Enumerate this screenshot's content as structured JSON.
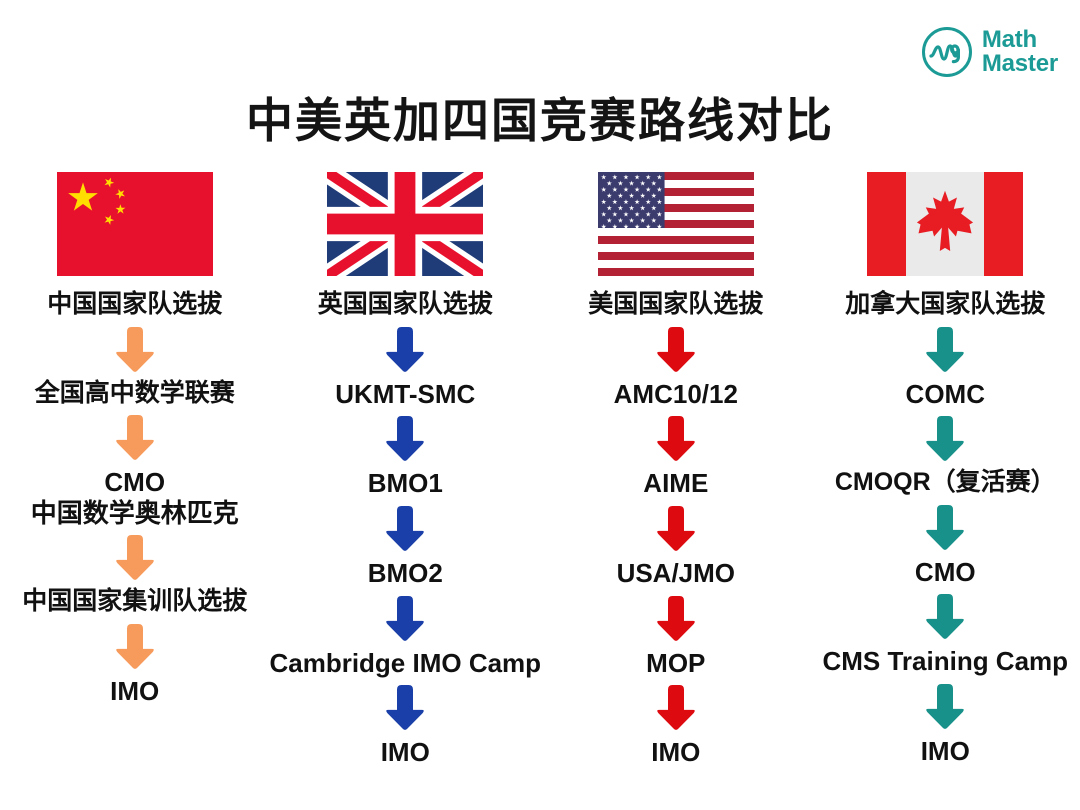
{
  "brand": {
    "logo_icon": "mathmaster-wave-circle-icon",
    "line1": "Math",
    "line2": "Master",
    "color": "#1C9B96"
  },
  "title": "中美英加四国竞赛路线对比",
  "colors": {
    "china_arrow": "#F79B5C",
    "uk_arrow": "#1A3FA8",
    "usa_arrow": "#DD0B10",
    "canada_arrow": "#17918A",
    "text": "#111111",
    "background": "#FFFFFF"
  },
  "columns": [
    {
      "id": "china",
      "flag_icon": "flag-china-icon",
      "arrow_color": "#F79B5C",
      "arrow_icon": "arrow-down-icon",
      "nodes": [
        {
          "label": "中国国家队选拔",
          "sub": "",
          "script": "han"
        },
        {
          "label": "全国高中数学联赛",
          "sub": "",
          "script": "han"
        },
        {
          "label": "CMO",
          "sub": "中国数学奥林匹克",
          "script": "latin"
        },
        {
          "label": "中国国家集训队选拔",
          "sub": "",
          "script": "han"
        },
        {
          "label": "IMO",
          "sub": "",
          "script": "latin"
        }
      ]
    },
    {
      "id": "uk",
      "flag_icon": "flag-united-kingdom-icon",
      "arrow_color": "#1A3FA8",
      "arrow_icon": "arrow-down-icon",
      "nodes": [
        {
          "label": "英国国家队选拔",
          "sub": "",
          "script": "han"
        },
        {
          "label": "UKMT-SMC",
          "sub": "",
          "script": "latin"
        },
        {
          "label": "BMO1",
          "sub": "",
          "script": "latin"
        },
        {
          "label": "BMO2",
          "sub": "",
          "script": "latin"
        },
        {
          "label": "Cambridge IMO Camp",
          "sub": "",
          "script": "latin"
        },
        {
          "label": "IMO",
          "sub": "",
          "script": "latin"
        }
      ]
    },
    {
      "id": "usa",
      "flag_icon": "flag-united-states-icon",
      "arrow_color": "#DD0B10",
      "arrow_icon": "arrow-down-icon",
      "nodes": [
        {
          "label": "美国国家队选拔",
          "sub": "",
          "script": "han"
        },
        {
          "label": "AMC10/12",
          "sub": "",
          "script": "latin"
        },
        {
          "label": "AIME",
          "sub": "",
          "script": "latin"
        },
        {
          "label": "USA/JMO",
          "sub": "",
          "script": "latin"
        },
        {
          "label": "MOP",
          "sub": "",
          "script": "latin"
        },
        {
          "label": "IMO",
          "sub": "",
          "script": "latin"
        }
      ]
    },
    {
      "id": "canada",
      "flag_icon": "flag-canada-icon",
      "arrow_color": "#17918A",
      "arrow_icon": "arrow-down-icon",
      "nodes": [
        {
          "label": "加拿大国家队选拔",
          "sub": "",
          "script": "han"
        },
        {
          "label": "COMC",
          "sub": "",
          "script": "latin"
        },
        {
          "label": "CMOQR（复活赛）",
          "sub": "",
          "script": "han"
        },
        {
          "label": "CMO",
          "sub": "",
          "script": "latin"
        },
        {
          "label": "CMS Training Camp",
          "sub": "",
          "script": "latin"
        },
        {
          "label": "IMO",
          "sub": "",
          "script": "latin"
        }
      ]
    }
  ]
}
